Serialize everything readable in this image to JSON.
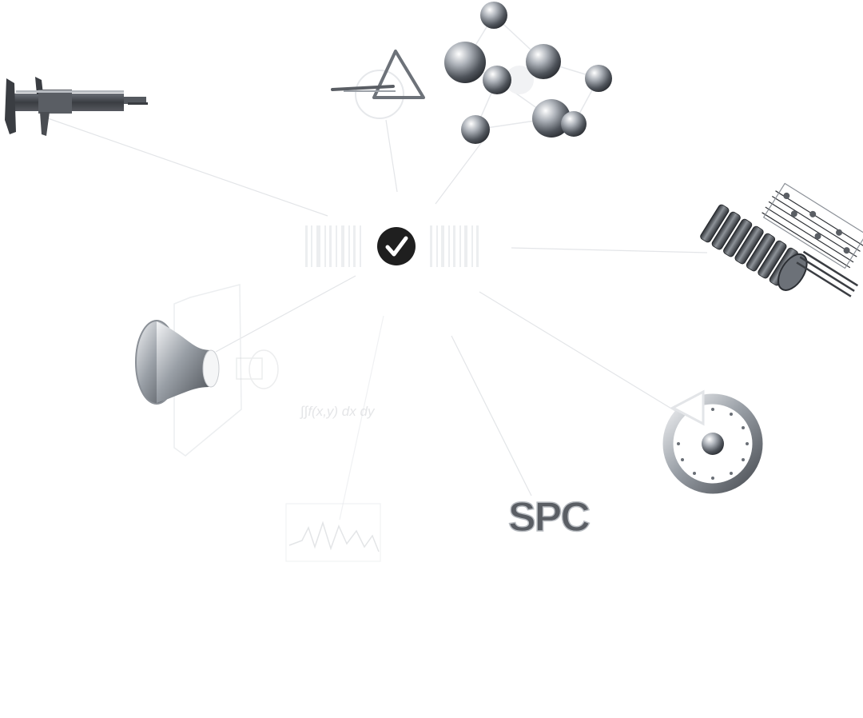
{
  "hub": {
    "icon": "check-circle-icon",
    "barcode_icon": "barcode-icon",
    "badge_color": "#1f1f1f"
  },
  "nodes": [
    {
      "id": "caliper",
      "icon": "caliper-icon"
    },
    {
      "id": "geometry",
      "icon": "triangle-compass-icon"
    },
    {
      "id": "molecule",
      "icon": "molecule-network-icon"
    },
    {
      "id": "worm-gear",
      "icon": "worm-gear-icon"
    },
    {
      "id": "dial",
      "icon": "circular-dial-icon"
    },
    {
      "id": "spc",
      "icon": "spc-letters-icon",
      "label": "SPC"
    },
    {
      "id": "waveform",
      "icon": "waveform-chart-icon"
    },
    {
      "id": "formula",
      "icon": "integral-formula-icon",
      "label": "∫∫f(x,y) dx dy"
    },
    {
      "id": "cone",
      "icon": "cone-lens-icon"
    }
  ],
  "colors": {
    "metal_dark": "#3a3d42",
    "metal_mid": "#8a8f96",
    "metal_light": "#e9ebee",
    "connector": "#dcdfe3"
  }
}
